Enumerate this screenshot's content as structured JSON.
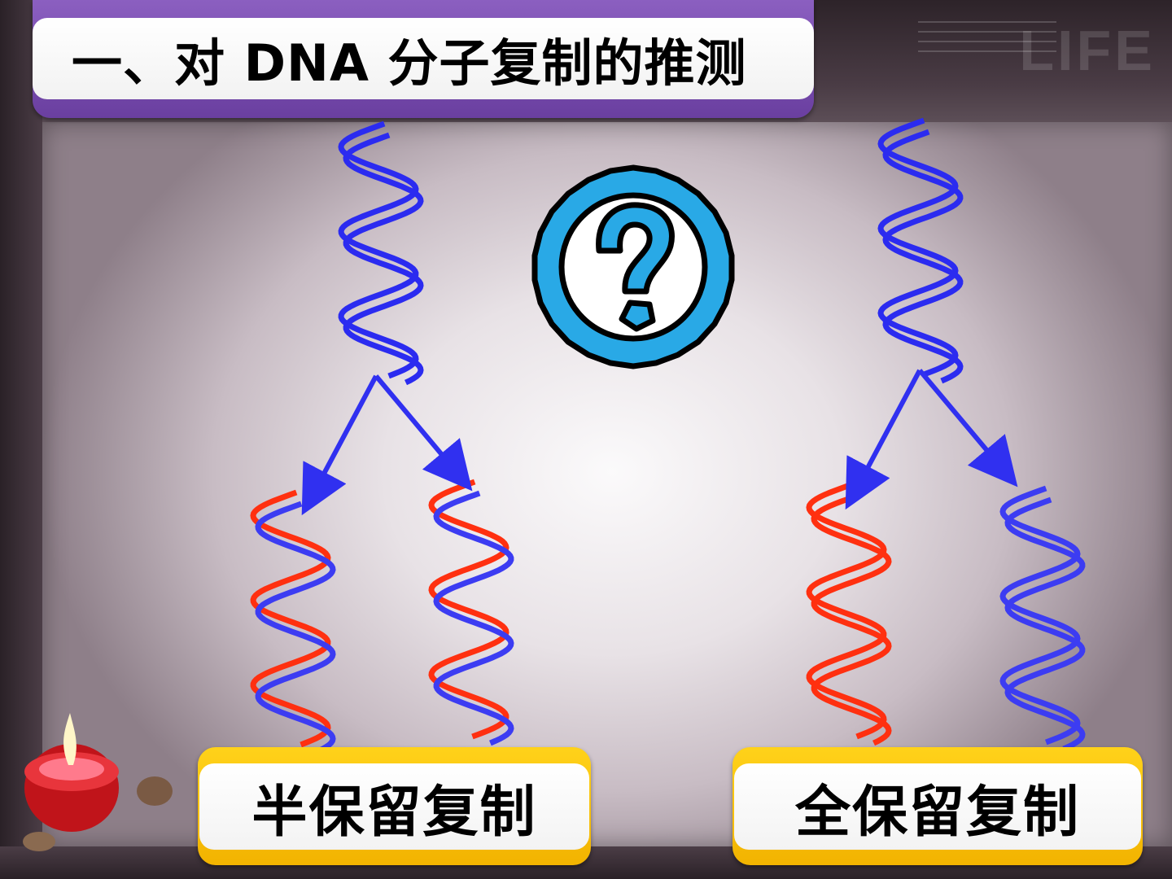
{
  "title": "一、对 DNA 分子复制的推测",
  "watermark": "LIFE",
  "question_mark": "?",
  "labels": {
    "semi_conservative": "半保留复制",
    "conservative": "全保留复制"
  },
  "colors": {
    "parent_strand": "#2b2bf0",
    "new_strand": "#ff3010",
    "daughter_blue": "#3c3cf2",
    "title_band": "#6a3fa0",
    "label_band": "#f5b800",
    "question_fill": "#29a9e6"
  },
  "icons": [
    "question-mark-icon",
    "candle-icon"
  ]
}
